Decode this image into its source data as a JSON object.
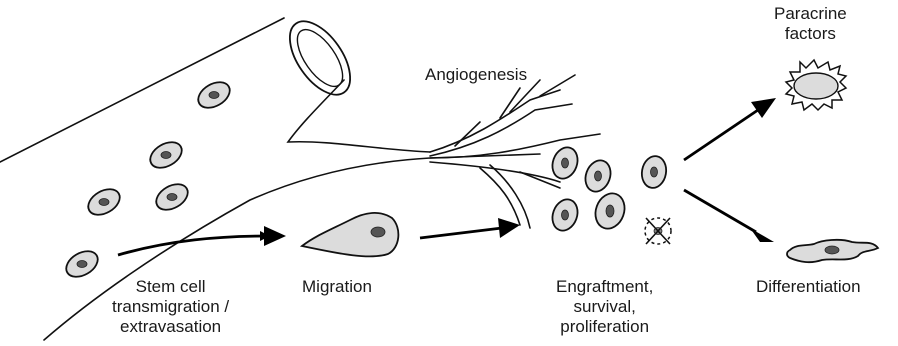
{
  "diagram": {
    "labels": {
      "angiogenesis": "Angiogenesis",
      "paracrine_line1": "Paracrine",
      "paracrine_line2": "factors",
      "transmigration_line1": "Stem cell",
      "transmigration_line2": "transmigration /",
      "transmigration_line3": "extravasation",
      "migration": "Migration",
      "engraftment_line1": "Engraftment,",
      "engraftment_line2": "survival,",
      "engraftment_line3": "proliferation",
      "differentiation": "Differentiation"
    },
    "icons": [
      "blood-vessel",
      "stem-cell",
      "migrating-cell",
      "dead-cell-x",
      "paracrine-cell",
      "differentiated-cell",
      "arrow"
    ],
    "colors": {
      "stroke": "#111111",
      "cell_fill": "#dcdcdc",
      "nucleus": "#555555"
    }
  }
}
